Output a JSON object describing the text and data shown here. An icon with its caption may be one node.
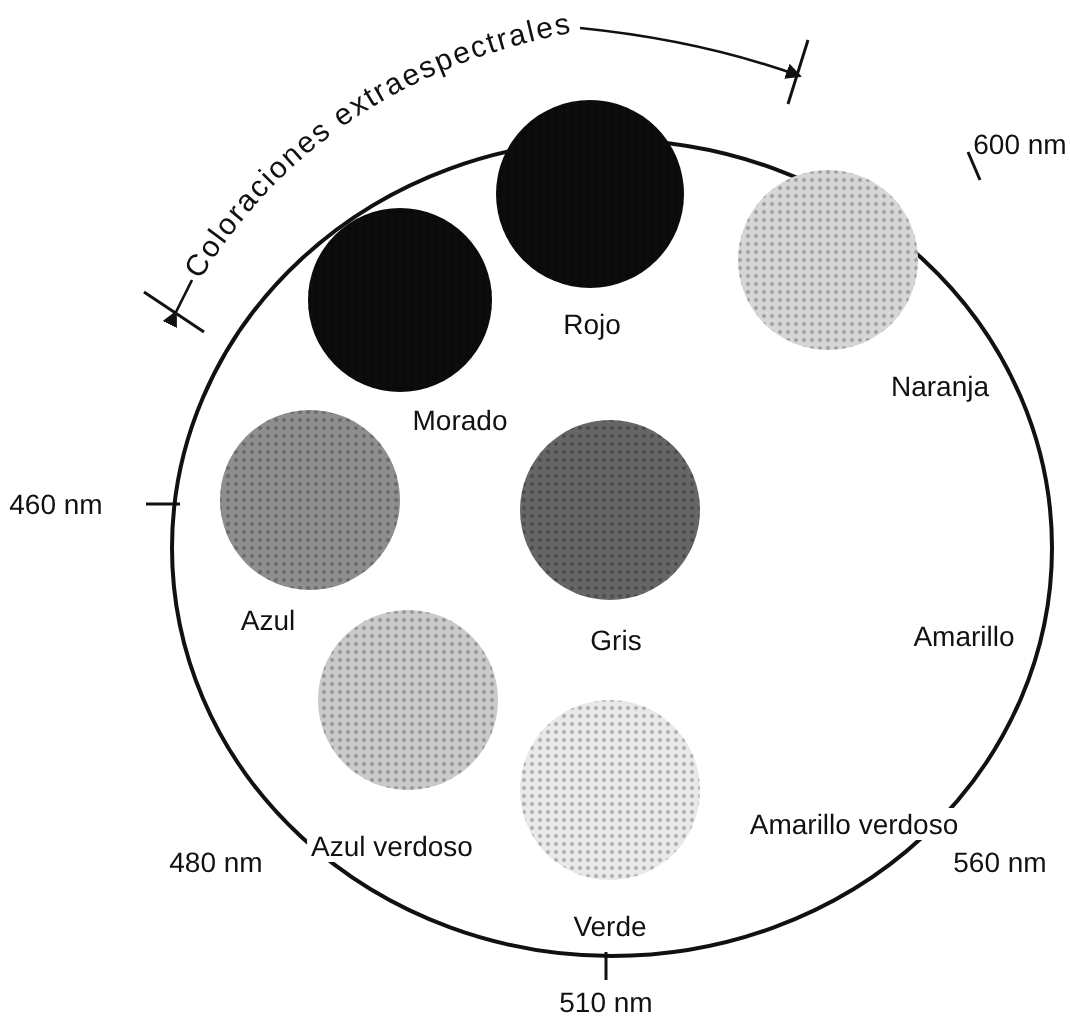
{
  "diagram": {
    "nodes": [
      {
        "text": [],
        "shape": "circle",
        "beside": [
          "Rojo"
        ]
      },
      {
        "text": [],
        "shape": "circle",
        "beside": [
          "Naranja"
        ]
      },
      {
        "text": [],
        "shape": "circle",
        "beside": [
          "Morado"
        ]
      },
      {
        "text": [],
        "shape": "circle",
        "beside": [
          "Azul"
        ]
      },
      {
        "text": [],
        "shape": "circle",
        "beside": [
          "Gris"
        ]
      },
      {
        "text": [],
        "shape": "circle",
        "beside": [
          "Azul verdoso"
        ]
      },
      {
        "text": [],
        "shape": "circle",
        "beside": [
          "Verde"
        ]
      }
    ],
    "labels": [
      "Coloraciones extraespectrales",
      "600 nm",
      "460 nm",
      "Amarillo",
      "Amarillo verdoso",
      "480 nm",
      "560 nm",
      "510 nm"
    ]
  }
}
